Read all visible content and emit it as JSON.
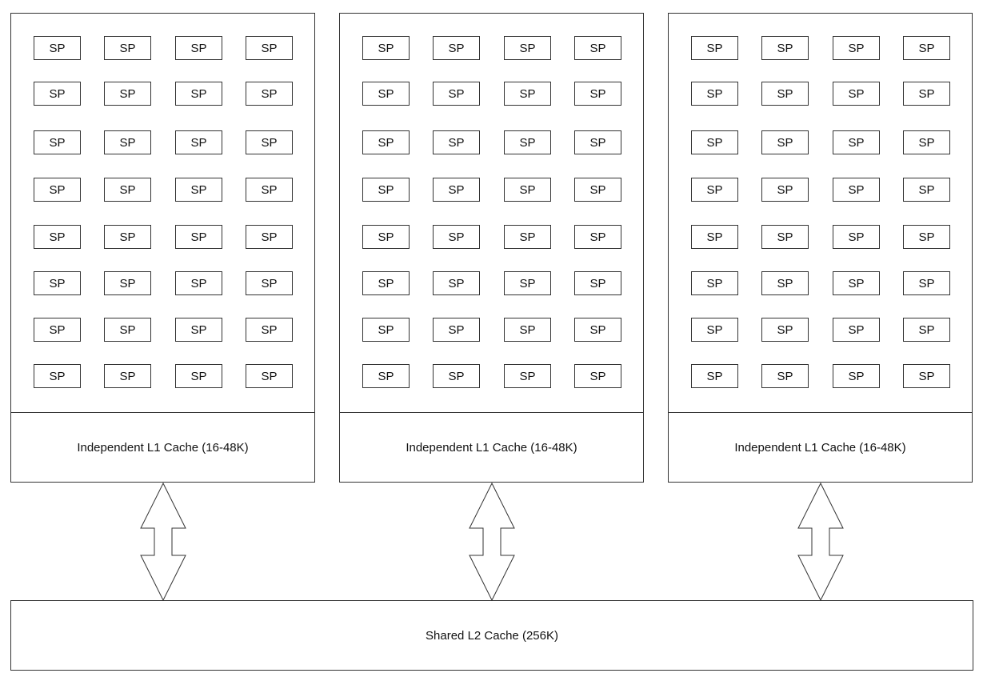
{
  "diagram": {
    "processor_label": "SP",
    "multiprocessors": [
      {
        "l1_label": "Independent L1 Cache (16-48K)"
      },
      {
        "l1_label": "Independent L1 Cache (16-48K)"
      },
      {
        "l1_label": "Independent L1 Cache (16-48K)"
      }
    ],
    "l2_label": "Shared L2 Cache (256K)",
    "grid": {
      "rows": 8,
      "cols": 4
    }
  }
}
